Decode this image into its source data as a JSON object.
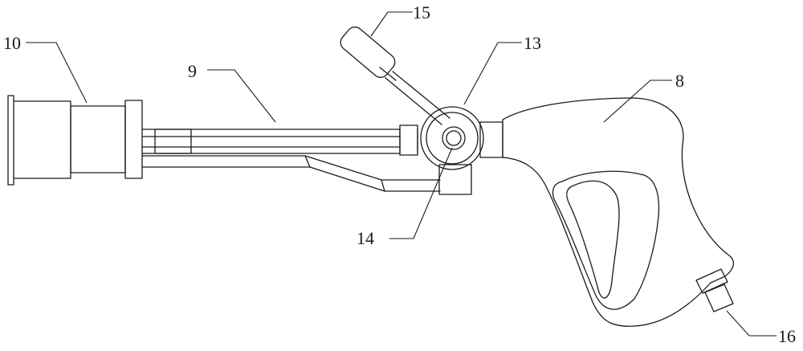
{
  "figure": {
    "kind": "patent-style mechanical line drawing of a spray gun assembly",
    "background": "#ffffff",
    "line_color": "#1a1a1a",
    "labels": [
      {
        "id": "label-10",
        "text": "10",
        "target": "nozzle"
      },
      {
        "id": "label-9",
        "text": "9",
        "target": "lance-tube"
      },
      {
        "id": "label-15",
        "text": "15",
        "target": "lever-handle"
      },
      {
        "id": "label-13",
        "text": "13",
        "target": "swivel-joint"
      },
      {
        "id": "label-8",
        "text": "8",
        "target": "gun-body"
      },
      {
        "id": "label-14",
        "text": "14",
        "target": "joint-center"
      },
      {
        "id": "label-16",
        "text": "16",
        "target": "inlet-fitting"
      }
    ]
  }
}
